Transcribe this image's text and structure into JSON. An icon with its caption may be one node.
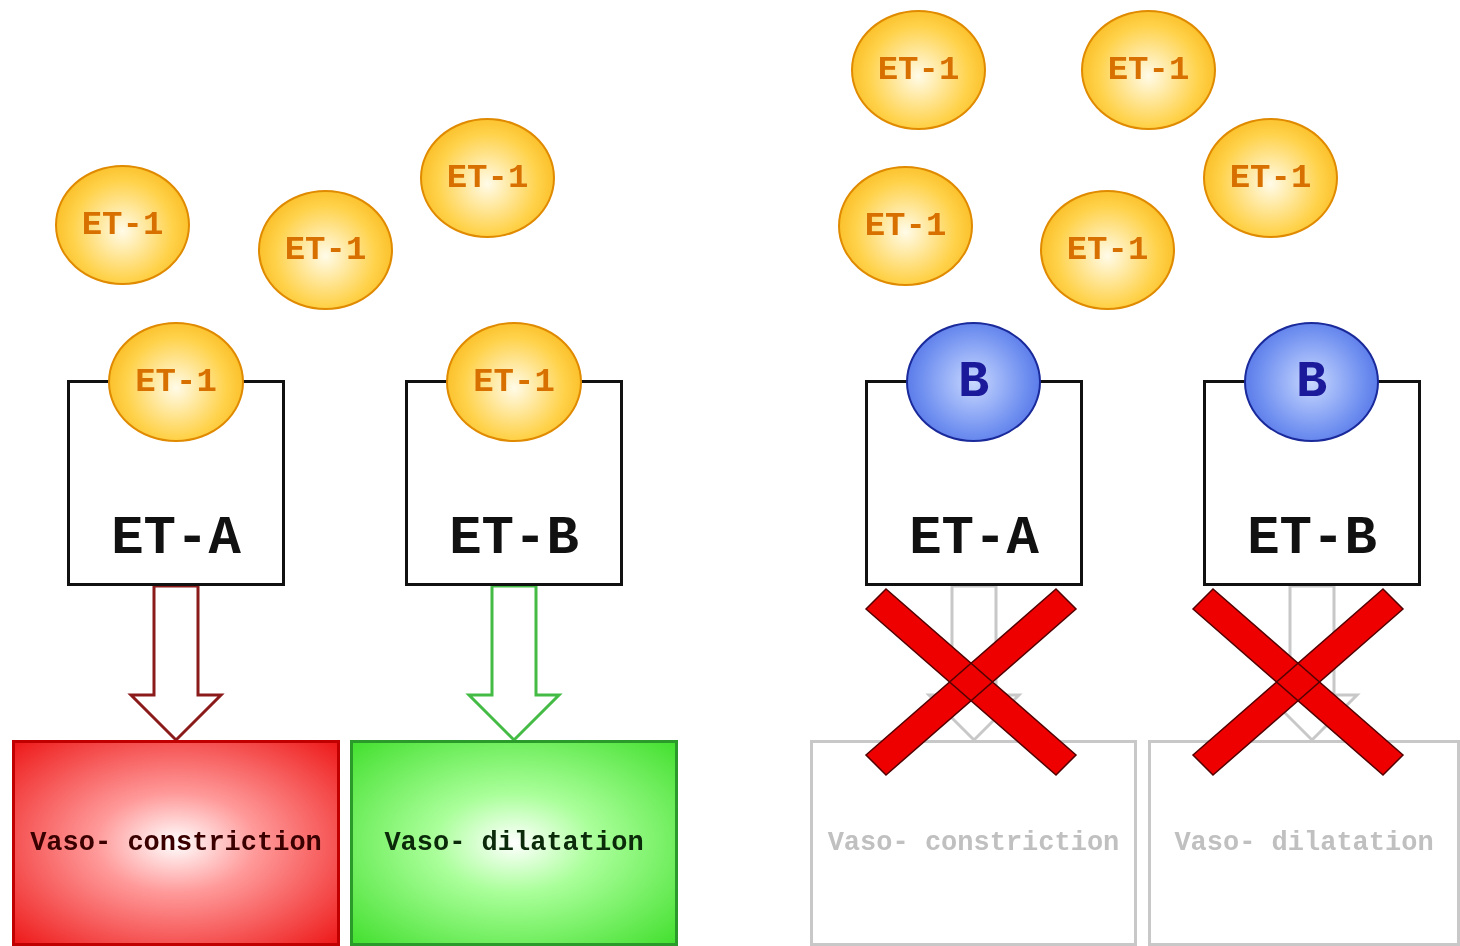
{
  "diagram": {
    "nodes": [
      {
        "text": [
          "ET-1"
        ]
      },
      {
        "text": [
          "ET-1"
        ]
      },
      {
        "text": [
          "ET-1"
        ]
      },
      {
        "text": [
          "ET-1"
        ]
      },
      {
        "text": [
          "ET-A"
        ]
      },
      {
        "text": [
          "ET-1"
        ]
      },
      {
        "text": [
          "ET-B"
        ]
      },
      {
        "text": [
          "Vaso- constriction"
        ]
      },
      {
        "text": [
          "Vaso- dilatation"
        ]
      },
      {
        "text": [
          "ET-1"
        ]
      },
      {
        "text": [
          "ET-1"
        ]
      },
      {
        "text": [
          "ET-1"
        ]
      },
      {
        "text": [
          "ET-1"
        ]
      },
      {
        "text": [
          "ET-1"
        ]
      },
      {
        "text": [
          "B"
        ]
      },
      {
        "text": [
          "ET-A"
        ]
      },
      {
        "text": [
          "B"
        ]
      },
      {
        "text": [
          "ET-B"
        ]
      },
      {
        "text": [
          "Vaso- constriction"
        ]
      },
      {
        "text": [
          "Vaso- dilatation"
        ]
      }
    ],
    "edges": [
      {
        "from": 4,
        "to": 7,
        "arrow": "to",
        "color": "#8b1a1a"
      },
      {
        "from": 6,
        "to": 8,
        "arrow": "to",
        "color": "#44bb44"
      },
      {
        "from": 15,
        "to": 18,
        "arrow": "to",
        "color": "#c8c8c8"
      },
      {
        "from": 17,
        "to": 19,
        "arrow": "to",
        "color": "#c8c8c8"
      }
    ]
  }
}
